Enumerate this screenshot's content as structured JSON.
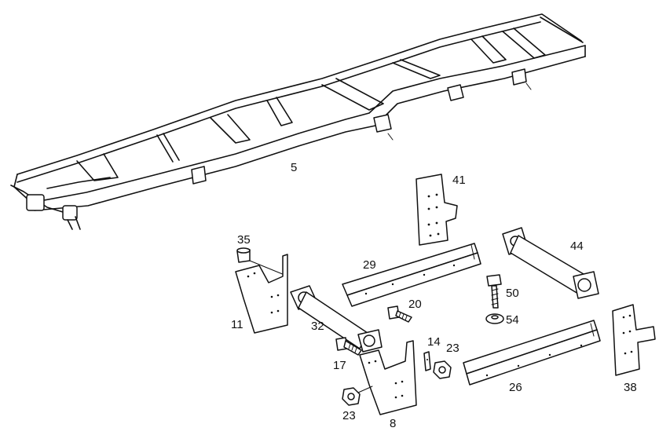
{
  "diagram": {
    "callouts": [
      {
        "id": "frame",
        "label": "5"
      },
      {
        "id": "bracket-41",
        "label": "41"
      },
      {
        "id": "bushing-35",
        "label": "35"
      },
      {
        "id": "rail-29",
        "label": "29"
      },
      {
        "id": "crossmember-44",
        "label": "44"
      },
      {
        "id": "bolt-50",
        "label": "50"
      },
      {
        "id": "washer-54",
        "label": "54"
      },
      {
        "id": "bolt-20",
        "label": "20"
      },
      {
        "id": "bracket-11",
        "label": "11"
      },
      {
        "id": "crossmember-32",
        "label": "32"
      },
      {
        "id": "plate-14",
        "label": "14"
      },
      {
        "id": "nut-23a",
        "label": "23"
      },
      {
        "id": "bolt-17",
        "label": "17"
      },
      {
        "id": "rail-26",
        "label": "26"
      },
      {
        "id": "bracket-38",
        "label": "38"
      },
      {
        "id": "nut-23b",
        "label": "23"
      },
      {
        "id": "bracket-8",
        "label": "8"
      }
    ]
  }
}
